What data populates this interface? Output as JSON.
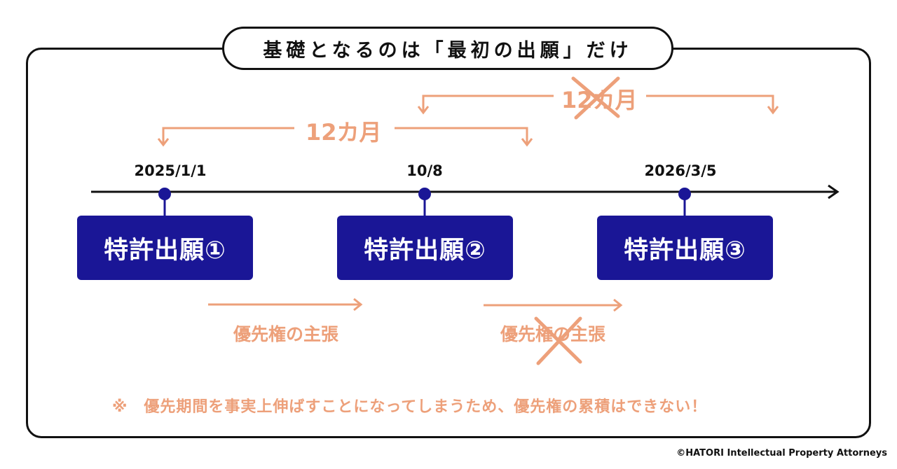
{
  "title": "基礎となるのは「最初の出願」だけ",
  "timeline": {
    "dates": [
      "2025/1/1",
      "10/8",
      "2026/3/5"
    ]
  },
  "applications": [
    "特許出願①",
    "特許出願②",
    "特許出願③"
  ],
  "periods": {
    "first": "12カ月",
    "second": "12カ月"
  },
  "priority_claims": {
    "first": "優先権の主張",
    "second": "優先権の主張"
  },
  "note": "※　優先期間を事実上伸ばすことになってしまうため、優先権の累積はできない！",
  "copyright": "©HATORI Intellectual Property Attorneys",
  "colors": {
    "navy": "#1a1696",
    "orange": "#eda07a",
    "line": "#111111"
  }
}
